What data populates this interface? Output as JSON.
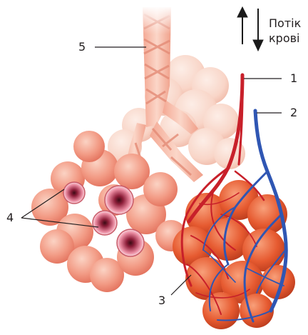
{
  "legend": {
    "line1": "Потік",
    "line2": "крові"
  },
  "labels": [
    {
      "id": "1",
      "text": "1"
    },
    {
      "id": "2",
      "text": "2"
    },
    {
      "id": "3",
      "text": "3"
    },
    {
      "id": "4",
      "text": "4"
    },
    {
      "id": "5",
      "text": "5"
    }
  ],
  "colors": {
    "alveoli": "#f08a78",
    "alveoli_light": "#f9c8b8",
    "bronchi": "#f6b9a6",
    "artery": "#c8202a",
    "vein": "#2f56b3",
    "capillary_sac": "#e0502c"
  }
}
